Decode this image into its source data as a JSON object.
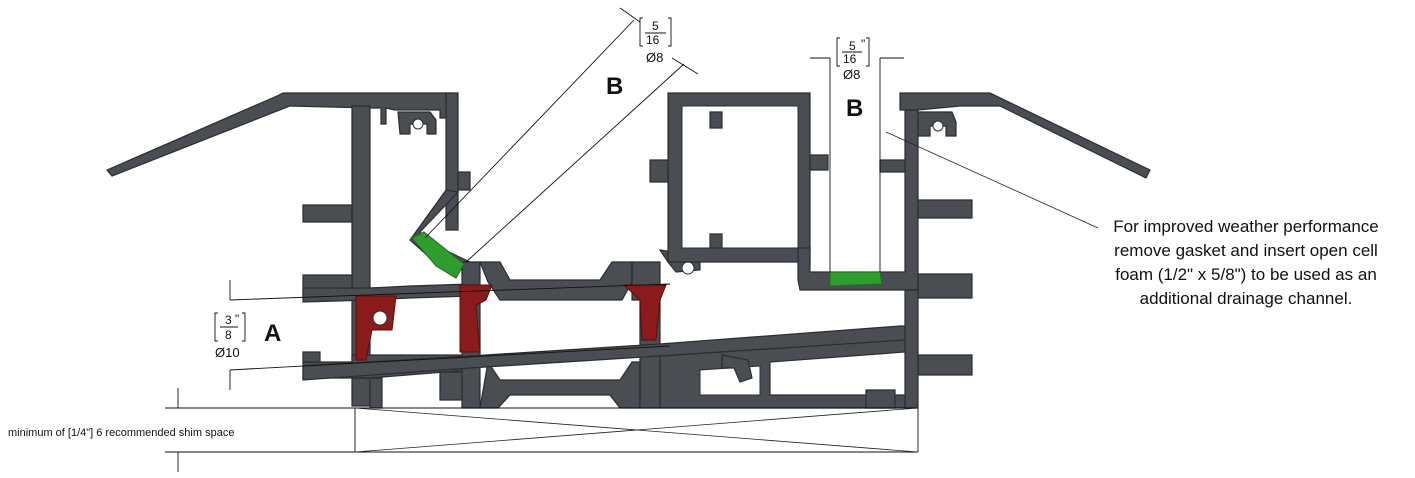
{
  "labels": {
    "section_a": "A",
    "section_b_left": "B",
    "section_b_right": "B"
  },
  "dimensions": {
    "b_left": {
      "numerator": "5",
      "denominator": "16",
      "unit": "",
      "metric": "Ø8"
    },
    "b_right": {
      "numerator": "5",
      "denominator": "16",
      "unit": "\"",
      "metric": "Ø8"
    },
    "a": {
      "numerator": "3",
      "denominator": "8",
      "unit": "\"",
      "metric": "Ø10"
    }
  },
  "note": {
    "lines": [
      "For improved weather performance",
      "remove gasket and insert open cell",
      "foam (1/2\" x 5/8\") to be used as an",
      "additional drainage channel."
    ]
  },
  "shim_note": "minimum of [1/4\"] 6 recommended shim space",
  "colors": {
    "profile": "#4a4d52",
    "gasket_red": "#8b1a1a",
    "gasket_green": "#2e9d2e"
  }
}
